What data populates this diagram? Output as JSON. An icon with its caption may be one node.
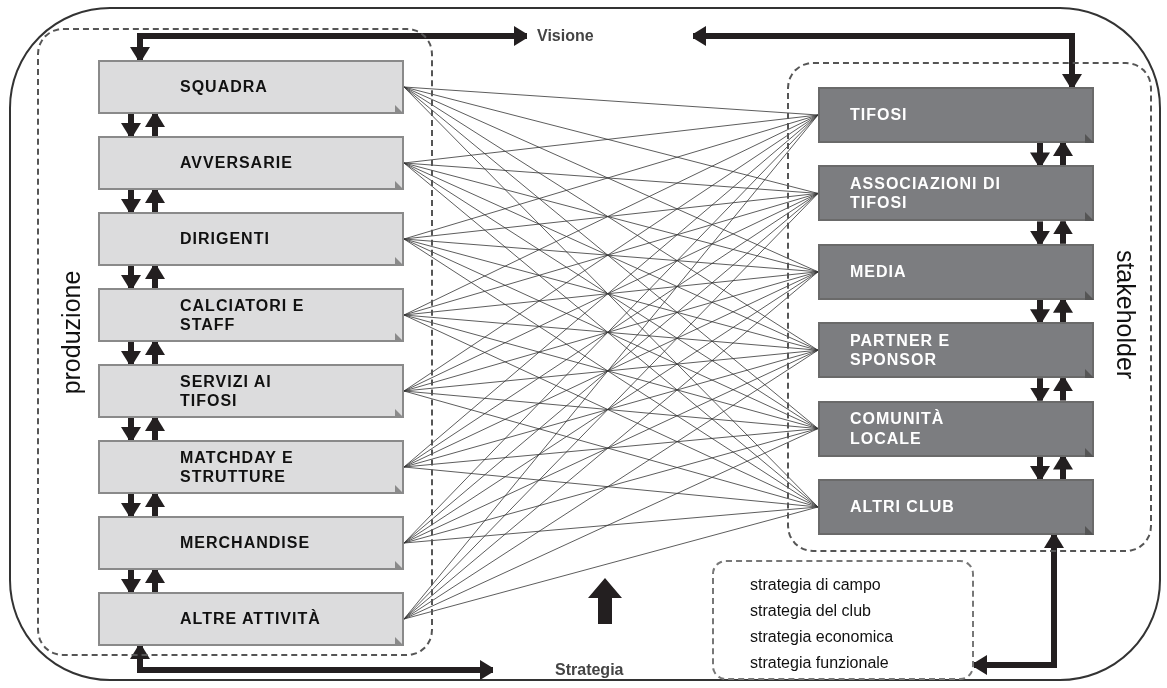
{
  "diagram": {
    "nodes": [
      {
        "text": [
          "produzione"
        ]
      },
      {
        "text": [
          "SQUADRA"
        ],
        "in": 0
      },
      {
        "text": [
          "AVVERSARIE"
        ],
        "in": 0
      },
      {
        "text": [
          "DIRIGENTI"
        ],
        "in": 0
      },
      {
        "text": [
          "CALCIATORI E STAFF"
        ],
        "in": 0
      },
      {
        "text": [
          "SERVIZI AI TIFOSI"
        ],
        "in": 0
      },
      {
        "text": [
          "MATCHDAY E STRUTTURE"
        ],
        "in": 0
      },
      {
        "text": [
          "MERCHANDISE"
        ],
        "in": 0
      },
      {
        "text": [
          "ALTRE ATTIVITÀ"
        ],
        "in": 0
      },
      {
        "text": [
          "stakeholder"
        ]
      },
      {
        "text": [
          "TIFOSI"
        ],
        "in": 9
      },
      {
        "text": [
          "ASSOCIAZIONI DI TIFOSI"
        ],
        "in": 9
      },
      {
        "text": [
          "MEDIA"
        ],
        "in": 9
      },
      {
        "text": [
          "PARTNER E SPONSOR"
        ],
        "in": 9
      },
      {
        "text": [
          "COMUNITÀ LOCALE"
        ],
        "in": 9
      },
      {
        "text": [
          "ALTRI CLUB"
        ],
        "in": 9
      },
      {
        "text": [
          "Visione"
        ]
      },
      {
        "text": [
          "Strategia"
        ]
      },
      {
        "text": [
          "strategia di campo",
          "strategia del club",
          "strategia economica",
          "strategia funzionale"
        ]
      }
    ],
    "edges": [
      {
        "from": 1,
        "to": 16,
        "arrow": "both",
        "style": "thick"
      },
      {
        "from": 10,
        "to": 16,
        "arrow": "both",
        "style": "thick"
      },
      {
        "from": 8,
        "to": 17,
        "arrow": "both",
        "style": "thick"
      },
      {
        "from": 15,
        "to": 18,
        "arrow": "both",
        "style": "thick"
      },
      {
        "from": 1,
        "to": 2,
        "arrow": "to",
        "style": "thick"
      },
      {
        "from": 2,
        "to": 1,
        "arrow": "to",
        "style": "thick"
      },
      {
        "from": 2,
        "to": 3,
        "arrow": "to",
        "style": "thick"
      },
      {
        "from": 3,
        "to": 2,
        "arrow": "to",
        "style": "thick"
      },
      {
        "from": 3,
        "to": 4,
        "arrow": "to",
        "style": "thick"
      },
      {
        "from": 4,
        "to": 3,
        "arrow": "to",
        "style": "thick"
      },
      {
        "from": 4,
        "to": 5,
        "arrow": "to",
        "style": "thick"
      },
      {
        "from": 5,
        "to": 4,
        "arrow": "to",
        "style": "thick"
      },
      {
        "from": 5,
        "to": 6,
        "arrow": "to",
        "style": "thick"
      },
      {
        "from": 6,
        "to": 5,
        "arrow": "to",
        "style": "thick"
      },
      {
        "from": 6,
        "to": 7,
        "arrow": "to",
        "style": "thick"
      },
      {
        "from": 7,
        "to": 6,
        "arrow": "to",
        "style": "thick"
      },
      {
        "from": 7,
        "to": 8,
        "arrow": "to",
        "style": "thick"
      },
      {
        "from": 8,
        "to": 7,
        "arrow": "to",
        "style": "thick"
      },
      {
        "from": 10,
        "to": 11,
        "arrow": "to",
        "style": "thick"
      },
      {
        "from": 11,
        "to": 10,
        "arrow": "to",
        "style": "thick"
      },
      {
        "from": 11,
        "to": 12,
        "arrow": "to",
        "style": "thick"
      },
      {
        "from": 12,
        "to": 11,
        "arrow": "to",
        "style": "thick"
      },
      {
        "from": 12,
        "to": 13,
        "arrow": "to",
        "style": "thick"
      },
      {
        "from": 13,
        "to": 12,
        "arrow": "to",
        "style": "thick"
      },
      {
        "from": 13,
        "to": 14,
        "arrow": "to",
        "style": "thick"
      },
      {
        "from": 14,
        "to": 13,
        "arrow": "to",
        "style": "thick"
      },
      {
        "from": 14,
        "to": 15,
        "arrow": "to",
        "style": "thick"
      },
      {
        "from": 15,
        "to": 14,
        "arrow": "to",
        "style": "thick"
      },
      {
        "from": 1,
        "to": 10,
        "arrow": "none"
      },
      {
        "from": 1,
        "to": 11,
        "arrow": "none"
      },
      {
        "from": 1,
        "to": 12,
        "arrow": "none"
      },
      {
        "from": 1,
        "to": 13,
        "arrow": "none"
      },
      {
        "from": 1,
        "to": 14,
        "arrow": "none"
      },
      {
        "from": 1,
        "to": 15,
        "arrow": "none"
      },
      {
        "from": 2,
        "to": 10,
        "arrow": "none"
      },
      {
        "from": 2,
        "to": 11,
        "arrow": "none"
      },
      {
        "from": 2,
        "to": 12,
        "arrow": "none"
      },
      {
        "from": 2,
        "to": 13,
        "arrow": "none"
      },
      {
        "from": 2,
        "to": 14,
        "arrow": "none"
      },
      {
        "from": 2,
        "to": 15,
        "arrow": "none"
      },
      {
        "from": 3,
        "to": 10,
        "arrow": "none"
      },
      {
        "from": 3,
        "to": 11,
        "arrow": "none"
      },
      {
        "from": 3,
        "to": 12,
        "arrow": "none"
      },
      {
        "from": 3,
        "to": 13,
        "arrow": "none"
      },
      {
        "from": 3,
        "to": 14,
        "arrow": "none"
      },
      {
        "from": 3,
        "to": 15,
        "arrow": "none"
      },
      {
        "from": 4,
        "to": 10,
        "arrow": "none"
      },
      {
        "from": 4,
        "to": 11,
        "arrow": "none"
      },
      {
        "from": 4,
        "to": 12,
        "arrow": "none"
      },
      {
        "from": 4,
        "to": 13,
        "arrow": "none"
      },
      {
        "from": 4,
        "to": 14,
        "arrow": "none"
      },
      {
        "from": 4,
        "to": 15,
        "arrow": "none"
      },
      {
        "from": 5,
        "to": 10,
        "arrow": "none"
      },
      {
        "from": 5,
        "to": 11,
        "arrow": "none"
      },
      {
        "from": 5,
        "to": 12,
        "arrow": "none"
      },
      {
        "from": 5,
        "to": 13,
        "arrow": "none"
      },
      {
        "from": 5,
        "to": 14,
        "arrow": "none"
      },
      {
        "from": 5,
        "to": 15,
        "arrow": "none"
      },
      {
        "from": 6,
        "to": 10,
        "arrow": "none"
      },
      {
        "from": 6,
        "to": 11,
        "arrow": "none"
      },
      {
        "from": 6,
        "to": 12,
        "arrow": "none"
      },
      {
        "from": 6,
        "to": 13,
        "arrow": "none"
      },
      {
        "from": 6,
        "to": 14,
        "arrow": "none"
      },
      {
        "from": 6,
        "to": 15,
        "arrow": "none"
      },
      {
        "from": 7,
        "to": 10,
        "arrow": "none"
      },
      {
        "from": 7,
        "to": 11,
        "arrow": "none"
      },
      {
        "from": 7,
        "to": 12,
        "arrow": "none"
      },
      {
        "from": 7,
        "to": 13,
        "arrow": "none"
      },
      {
        "from": 7,
        "to": 14,
        "arrow": "none"
      },
      {
        "from": 7,
        "to": 15,
        "arrow": "none"
      },
      {
        "from": 8,
        "to": 10,
        "arrow": "none"
      },
      {
        "from": 8,
        "to": 11,
        "arrow": "none"
      },
      {
        "from": 8,
        "to": 12,
        "arrow": "none"
      },
      {
        "from": 8,
        "to": 13,
        "arrow": "none"
      },
      {
        "from": 8,
        "to": 14,
        "arrow": "none"
      },
      {
        "from": 8,
        "to": 15,
        "arrow": "none"
      }
    ]
  }
}
